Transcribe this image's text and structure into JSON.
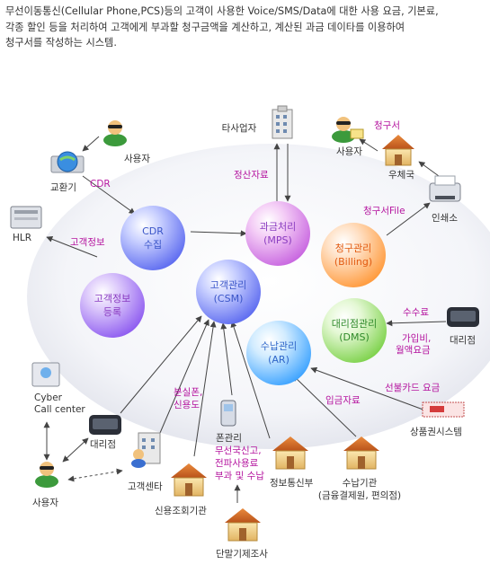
{
  "intro": "무선이동통신(Cellular Phone,PCS)등의 고객이 사용한 Voice/SMS/Data에 대한 사용 요금, 기본료,\n각종 할인 등을 처리하여 고객에게 부과할 청구금액을 계산하고, 계산된 과금 데이타를 이용하여\n청구서를 작성하는 시스템.",
  "nodes": {
    "cdr": {
      "l1": "CDR",
      "l2": "수집"
    },
    "billing_proc": {
      "l1": "과금처리",
      "l2": "(MPS)"
    },
    "claim_mgmt": {
      "l1": "청구관리",
      "l2": "(Billing)"
    },
    "customer_info": {
      "l1": "고객정보",
      "l2": "등록"
    },
    "csm": {
      "l1": "고객관리",
      "l2": "(CSM)"
    },
    "agency_mgmt": {
      "l1": "대리점관리",
      "l2": "(DMS)"
    },
    "ar": {
      "l1": "수납관리",
      "l2": "(AR)"
    }
  },
  "entities": {
    "user_top_left": "사용자",
    "exchange": "교환기",
    "hlr": "HLR",
    "other_carrier": "타사업자",
    "user_top_right": "사용자",
    "post_office": "우체국",
    "printer": "인쇄소",
    "agency_right": "대리점",
    "cyber_center_1": "Cyber",
    "cyber_center_2": "Call center",
    "agency_left": "대리점",
    "user_bottom_left": "사용자",
    "customer_center": "고객센타",
    "credit_agency": "신용조회기관",
    "phone_mgmt": "폰관리",
    "terminal_survey": "단말기제조사",
    "info_comm": "정보통신부",
    "payment_org_1": "수납기관",
    "payment_org_2": "(금융결제원, 편의점)",
    "voucher_system": "상품권시스템"
  },
  "flow_labels": {
    "cdr": "CDR",
    "customer_info": "고객정보",
    "settlement": "정산자료",
    "bill": "청구서",
    "bill_file": "청구서File",
    "commission": "수수료",
    "join_fee_1": "가입비,",
    "join_fee_2": "월액요금",
    "prepaid_card": "선불카드 요금",
    "payment_data": "입금자료",
    "lost_phone_1": "분실폰,",
    "lost_phone_2": "신용도",
    "unauthorized_1": "무선국신고,",
    "unauthorized_2": "전파사용료",
    "unauthorized_3": "부과 및 수납"
  },
  "colors": {
    "magenta_label": "#b5159f",
    "node_blue": "#3a55c8",
    "node_purple": "#8a3cc0",
    "node_orange": "#e25a10",
    "node_green": "#2f8a2a",
    "node_cyan": "#2f66c8"
  }
}
